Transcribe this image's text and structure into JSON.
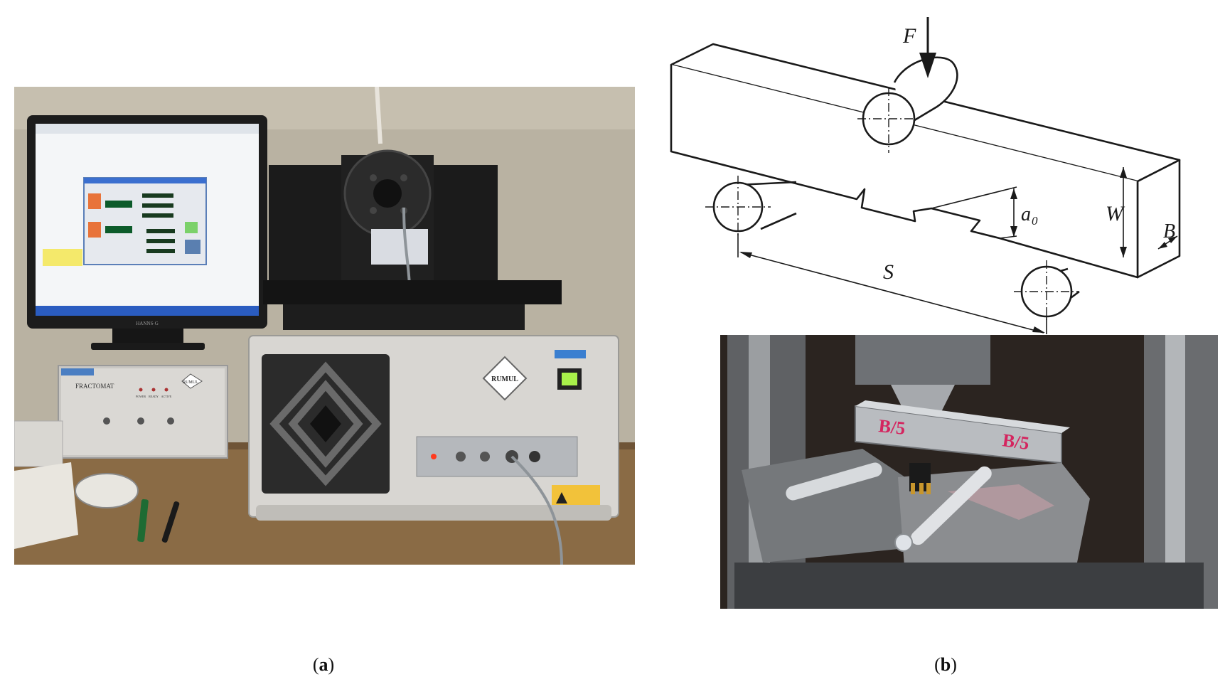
{
  "panel_a": {
    "caption_letter": "a",
    "monitor_brand": "HANNS·G",
    "controller_label": "FRACTOMAT",
    "controller_lights": [
      "POWER",
      "READY",
      "ACTIVE"
    ],
    "controller_brand": "RUMUL",
    "main_unit_brand": "RUMUL"
  },
  "panel_b": {
    "caption_letter": "b",
    "labels": {
      "force": "F",
      "crack": "a",
      "crack_sub": "0",
      "width": "W",
      "thickness": "B",
      "span": "S"
    },
    "specimen_marks": [
      "B/5",
      "B/5"
    ]
  },
  "colors": {
    "wall": "#b9b2a2",
    "desk": "#8a6b45",
    "machine_body": "#d8d6d2",
    "machine_dark": "#1e1e1e",
    "steel": "#8d8f91",
    "diagram_line": "#1a1a1a"
  }
}
